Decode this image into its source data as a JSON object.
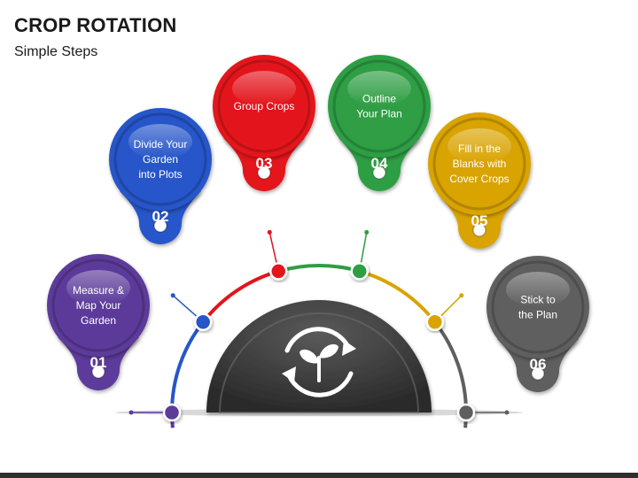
{
  "header": {
    "title": "CROP ROTATION",
    "subtitle": "Simple Steps"
  },
  "steps": [
    {
      "number": "01",
      "lines": [
        "Measure &",
        "Map Your",
        "Garden"
      ],
      "color": "#5b3a9a"
    },
    {
      "number": "02",
      "lines": [
        "Divide Your",
        "Garden",
        "into Plots"
      ],
      "color": "#2656c9"
    },
    {
      "number": "03",
      "lines": [
        "Group Crops"
      ],
      "color": "#e3141b"
    },
    {
      "number": "04",
      "lines": [
        "Outline",
        "Your Plan"
      ],
      "color": "#2f9e44"
    },
    {
      "number": "05",
      "lines": [
        "Fill in the",
        "Blanks with",
        "Cover Crops"
      ],
      "color": "#d9a300"
    },
    {
      "number": "06",
      "lines": [
        "Stick to",
        "the Plan"
      ],
      "color": "#5f5f5f"
    }
  ],
  "center": {
    "icon": "crop-rotation-icon",
    "color": "#3d3d3d"
  }
}
